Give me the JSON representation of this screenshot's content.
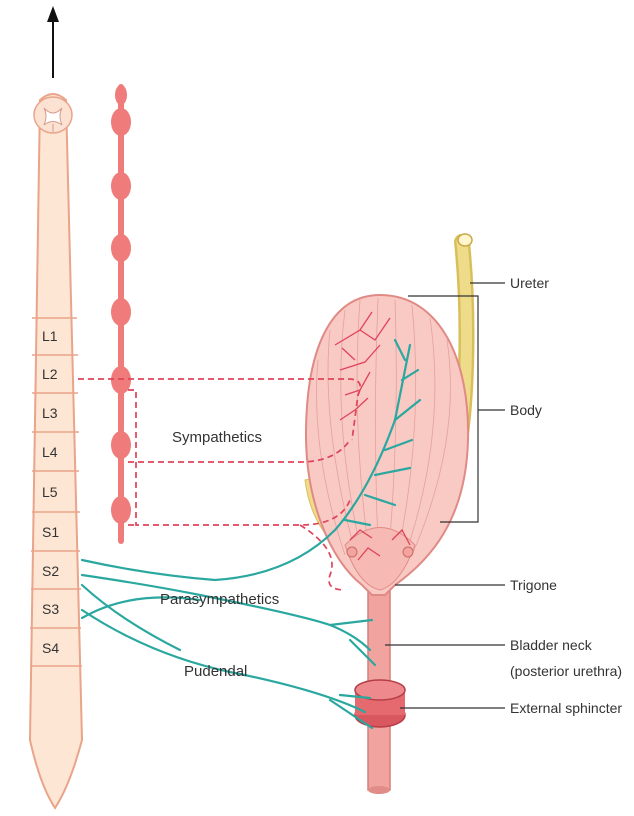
{
  "spinal_cord": {
    "segments": [
      "L1",
      "L2",
      "L3",
      "L4",
      "L5",
      "S1",
      "S2",
      "S3",
      "S4"
    ]
  },
  "nerves": {
    "sympathetics": "Sympathetics",
    "parasympathetics": "Parasympathetics",
    "pudendal": "Pudendal"
  },
  "callouts": {
    "ureter": "Ureter",
    "body": "Body",
    "trigone": "Trigone",
    "bladder_neck_line1": "Bladder neck",
    "bladder_neck_line2": "(posterior urethra)",
    "external_sphincter": "External sphincter"
  },
  "colors": {
    "cord_fill": "#fde6d4",
    "cord_outline": "#e9a48a",
    "ganglion": "#ef7b7b",
    "bladder_fill": "#f9c9c4",
    "sympathetic_nerve": "#e0435a",
    "parasympathetic_nerve": "#2aa8a0",
    "ureter": "#e8d27a",
    "urethra": "#f1a3a0"
  }
}
